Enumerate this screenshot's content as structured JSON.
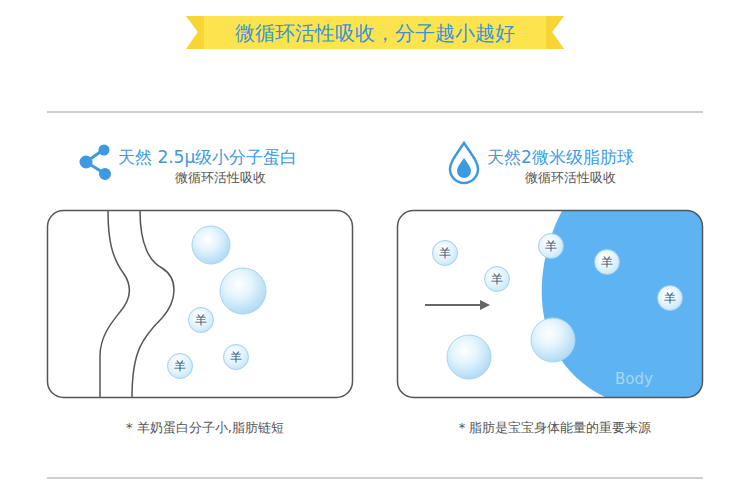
{
  "diagram": {
    "title": "微循环活性吸收，分子越小越好",
    "nodes": [
      {
        "text": [
          "天然 2.5μ级小分子蛋白",
          "微循环活性吸收",
          "* 羊奶蛋白分子小,脂肪链短"
        ]
      },
      {
        "text": [
          "羊"
        ],
        "in": 0
      },
      {
        "text": [
          "羊"
        ],
        "in": 0
      },
      {
        "text": [
          "羊"
        ],
        "in": 0
      },
      {
        "text": [
          "天然2微米级脂肪球",
          "微循环活性吸收",
          "* 脂肪是宝宝身体能量的重要来源"
        ]
      },
      {
        "text": [
          "Body"
        ],
        "in": 4
      },
      {
        "text": [
          "羊"
        ],
        "in": 4
      },
      {
        "text": [
          "羊"
        ],
        "in": 4
      },
      {
        "text": [
          "羊"
        ],
        "in": 4
      },
      {
        "text": [
          "羊"
        ],
        "in": 5
      },
      {
        "text": [
          "羊"
        ],
        "in": 5
      }
    ]
  }
}
